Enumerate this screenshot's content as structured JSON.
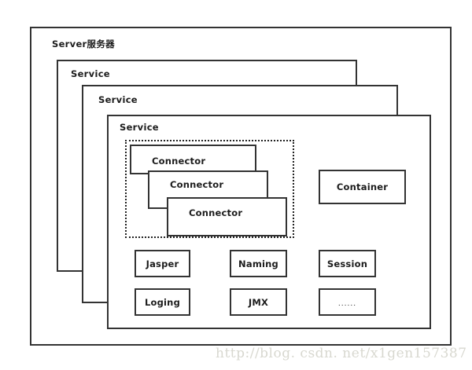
{
  "diagram": {
    "server": {
      "label": "Server服务器"
    },
    "services": [
      {
        "label": "Service"
      },
      {
        "label": "Service"
      },
      {
        "label": "Service"
      }
    ],
    "connectors": [
      {
        "label": "Connector"
      },
      {
        "label": "Connector"
      },
      {
        "label": "Connector"
      }
    ],
    "container": {
      "label": "Container"
    },
    "modules": [
      {
        "label": "Jasper"
      },
      {
        "label": "Naming"
      },
      {
        "label": "Session"
      },
      {
        "label": "Loging"
      },
      {
        "label": "JMX"
      },
      {
        "label": "......"
      }
    ]
  },
  "watermark": {
    "text": "http://blog. csdn. net/x1gen157387"
  },
  "colors": {
    "background": "#ffffff",
    "stroke": "#333333",
    "text": "#1c1c1c",
    "watermark": "#d8d8d0"
  }
}
